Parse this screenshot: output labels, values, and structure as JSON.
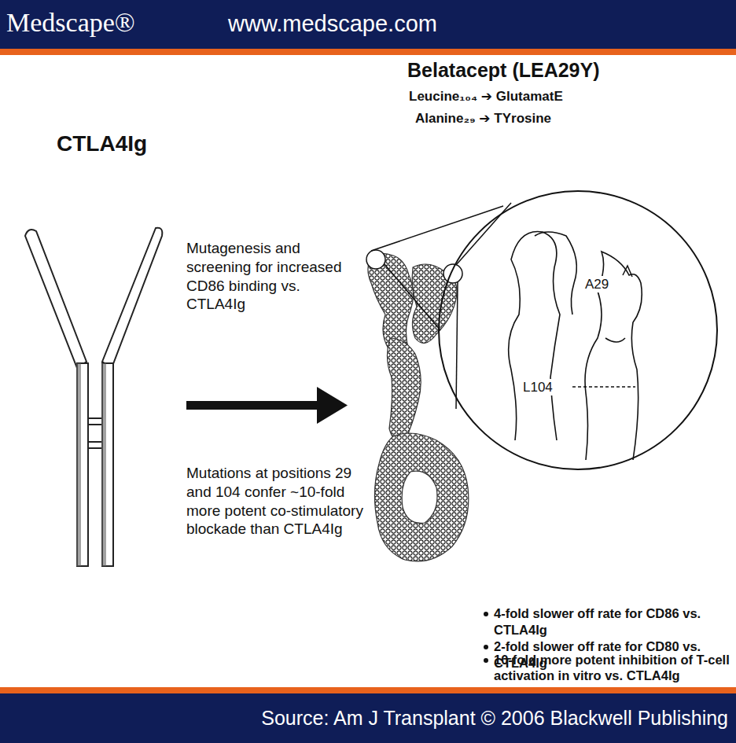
{
  "diagram": {
    "title": "Belatacept (LEA29Y)",
    "nodes": [
      {
        "text": [
          "A29",
          "L104"
        ]
      }
    ],
    "labels": [
      "Medscape®",
      "www.medscape.com",
      "Leucine₁₀₄ ➔ GlutamatE",
      "Alanine₂₉ ➔ TYrosine",
      "CTLA4Ig",
      "Mutagenesis and screening for increased CD86 binding vs. CTLA4Ig",
      "Mutations at positions 29 and 104 confer ~10-fold more potent co-stimulatory blockade than CTLA4Ig",
      "4-fold slower off rate for CD86 vs. CTLA4Ig",
      "2-fold slower off rate for CD80 vs. CTLA4Ig",
      "10-fold more potent inhibition of T-cell activation in vitro vs. CTLA4Ig",
      "Source: Am J Transplant © 2006 Blackwell Publishing"
    ]
  }
}
